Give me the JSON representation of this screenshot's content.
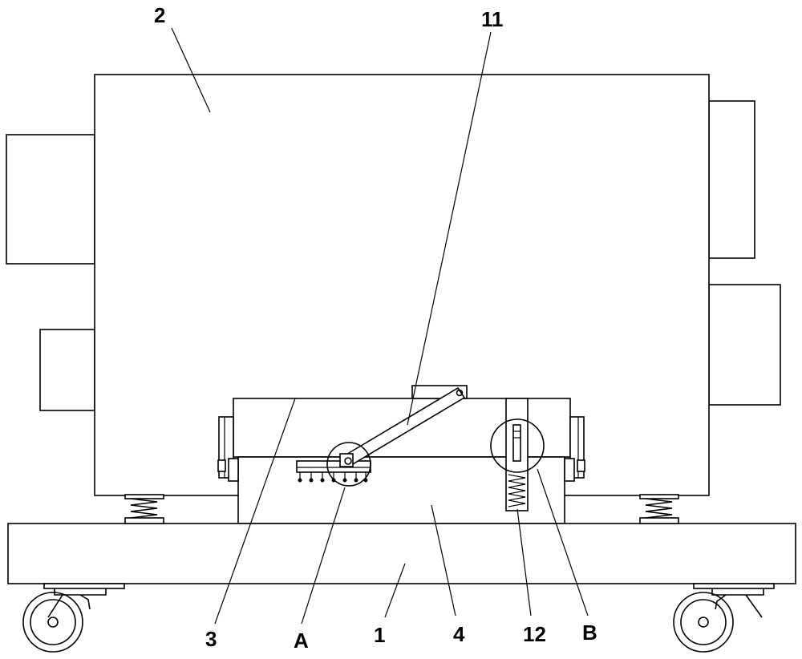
{
  "labels": {
    "housing": "2",
    "link_rod": "11",
    "plate": "3",
    "detail_a": "A",
    "base": "1",
    "block": "4",
    "spring": "12",
    "detail_b": "B"
  }
}
